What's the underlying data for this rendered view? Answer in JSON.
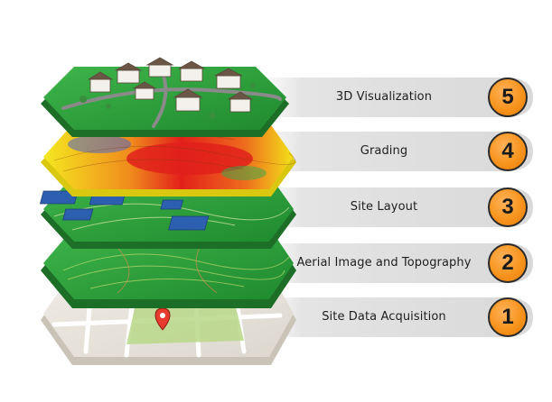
{
  "steps": [
    {
      "number": "5",
      "label": "3D Visualization"
    },
    {
      "number": "4",
      "label": "Grading"
    },
    {
      "number": "3",
      "label": "Site Layout"
    },
    {
      "number": "2",
      "label": "Aerial Image and Topography"
    },
    {
      "number": "1",
      "label": "Site Data Acquisition"
    }
  ],
  "colors": {
    "banner": "#dedede",
    "badge": "#f7941d",
    "terrain_green": "#2e9b3a",
    "grading_yellow": "#f2e21a",
    "grading_red": "#e0201b",
    "map_base": "#e8e4dc",
    "pin": "#e63b2e"
  }
}
